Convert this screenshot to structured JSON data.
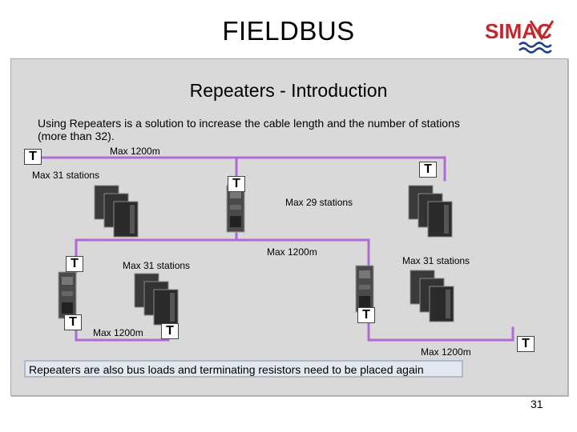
{
  "slide": {
    "title": "FIELDBUS",
    "subtitle": "Repeaters - Introduction",
    "intro": "Using Repeaters is a solution to increase the cable length and the number of stations (more than 32).",
    "note": "Repeaters are also bus loads and terminating resistors need to be placed again",
    "page_number": "31"
  },
  "logo": {
    "text": "SIMAC",
    "color": "#c0282d",
    "wave_color": "#1f3f8a"
  },
  "diagram": {
    "cable_color": "#b06ad8",
    "terminator_label": "T",
    "labels": {
      "len_top": "Max 1200m",
      "stations_top_left": "Max 31 stations",
      "stations_middle": "Max 29 stations",
      "len_middle": "Max 1200m",
      "stations_bottom_left": "Max 31 stations",
      "stations_bottom_right": "Max 31 stations",
      "len_bottom_left": "Max 1200m",
      "len_bottom_right": "Max 1200m"
    }
  }
}
